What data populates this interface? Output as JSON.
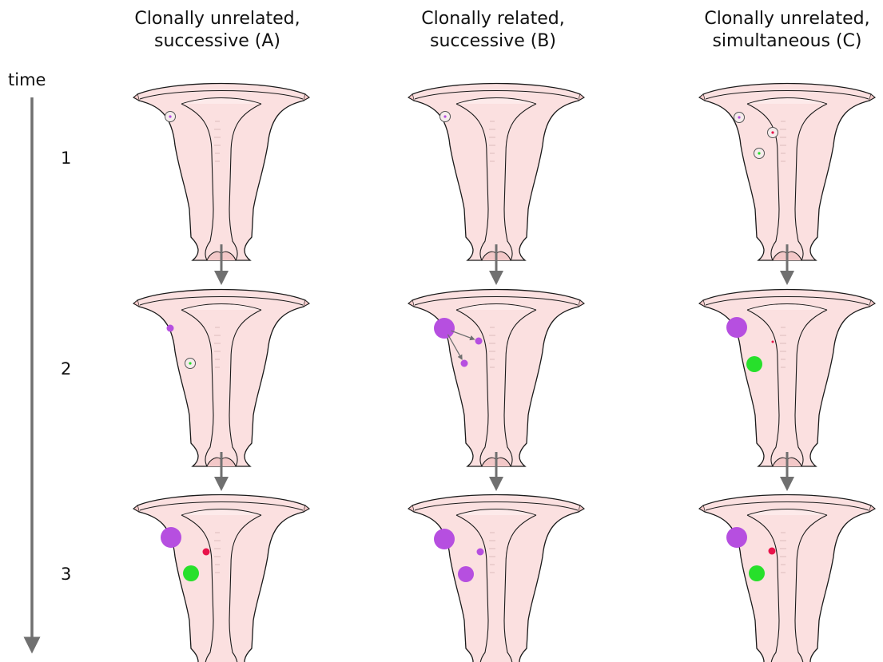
{
  "time_label": "time",
  "columns": [
    {
      "id": "A",
      "title_line1": "Clonally unrelated,",
      "title_line2": "successive (A)"
    },
    {
      "id": "B",
      "title_line1": "Clonally related,",
      "title_line2": "successive (B)"
    },
    {
      "id": "C",
      "title_line1": "Clonally unrelated,",
      "title_line2": "simultaneous (C)"
    }
  ],
  "rows": [
    "1",
    "2",
    "3"
  ],
  "colors": {
    "tissue_fill": "#fbe0e0",
    "tissue_outline": "#1a1a1a",
    "arrow": "#707070",
    "purple_clone": "#b64fe0",
    "green_clone": "#27e02b",
    "red_clone": "#e8134a"
  },
  "panels": {
    "A": [
      {
        "stage": "1",
        "circles": [
          {
            "clone": "purple",
            "kind": "cell"
          }
        ]
      },
      {
        "stage": "2",
        "circles": [
          {
            "clone": "purple",
            "kind": "small"
          },
          {
            "clone": "green",
            "kind": "cell"
          }
        ]
      },
      {
        "stage": "3",
        "circles": [
          {
            "clone": "purple",
            "kind": "large"
          },
          {
            "clone": "red",
            "kind": "small"
          },
          {
            "clone": "green",
            "kind": "medium"
          }
        ]
      }
    ],
    "B": [
      {
        "stage": "1",
        "circles": [
          {
            "clone": "purple",
            "kind": "cell"
          }
        ]
      },
      {
        "stage": "2",
        "circles": [
          {
            "clone": "purple",
            "kind": "large"
          },
          {
            "clone": "purple",
            "kind": "small"
          },
          {
            "clone": "purple",
            "kind": "small"
          }
        ],
        "spread_arrows": 2
      },
      {
        "stage": "3",
        "circles": [
          {
            "clone": "purple",
            "kind": "large"
          },
          {
            "clone": "purple",
            "kind": "small"
          },
          {
            "clone": "purple",
            "kind": "medium"
          }
        ]
      }
    ],
    "C": [
      {
        "stage": "1",
        "circles": [
          {
            "clone": "purple",
            "kind": "cell"
          },
          {
            "clone": "red",
            "kind": "cell"
          },
          {
            "clone": "green",
            "kind": "cell"
          }
        ]
      },
      {
        "stage": "2",
        "circles": [
          {
            "clone": "purple",
            "kind": "large"
          },
          {
            "clone": "red",
            "kind": "dot"
          },
          {
            "clone": "green",
            "kind": "medium"
          }
        ]
      },
      {
        "stage": "3",
        "circles": [
          {
            "clone": "purple",
            "kind": "large"
          },
          {
            "clone": "red",
            "kind": "small"
          },
          {
            "clone": "green",
            "kind": "medium"
          }
        ]
      }
    ]
  }
}
